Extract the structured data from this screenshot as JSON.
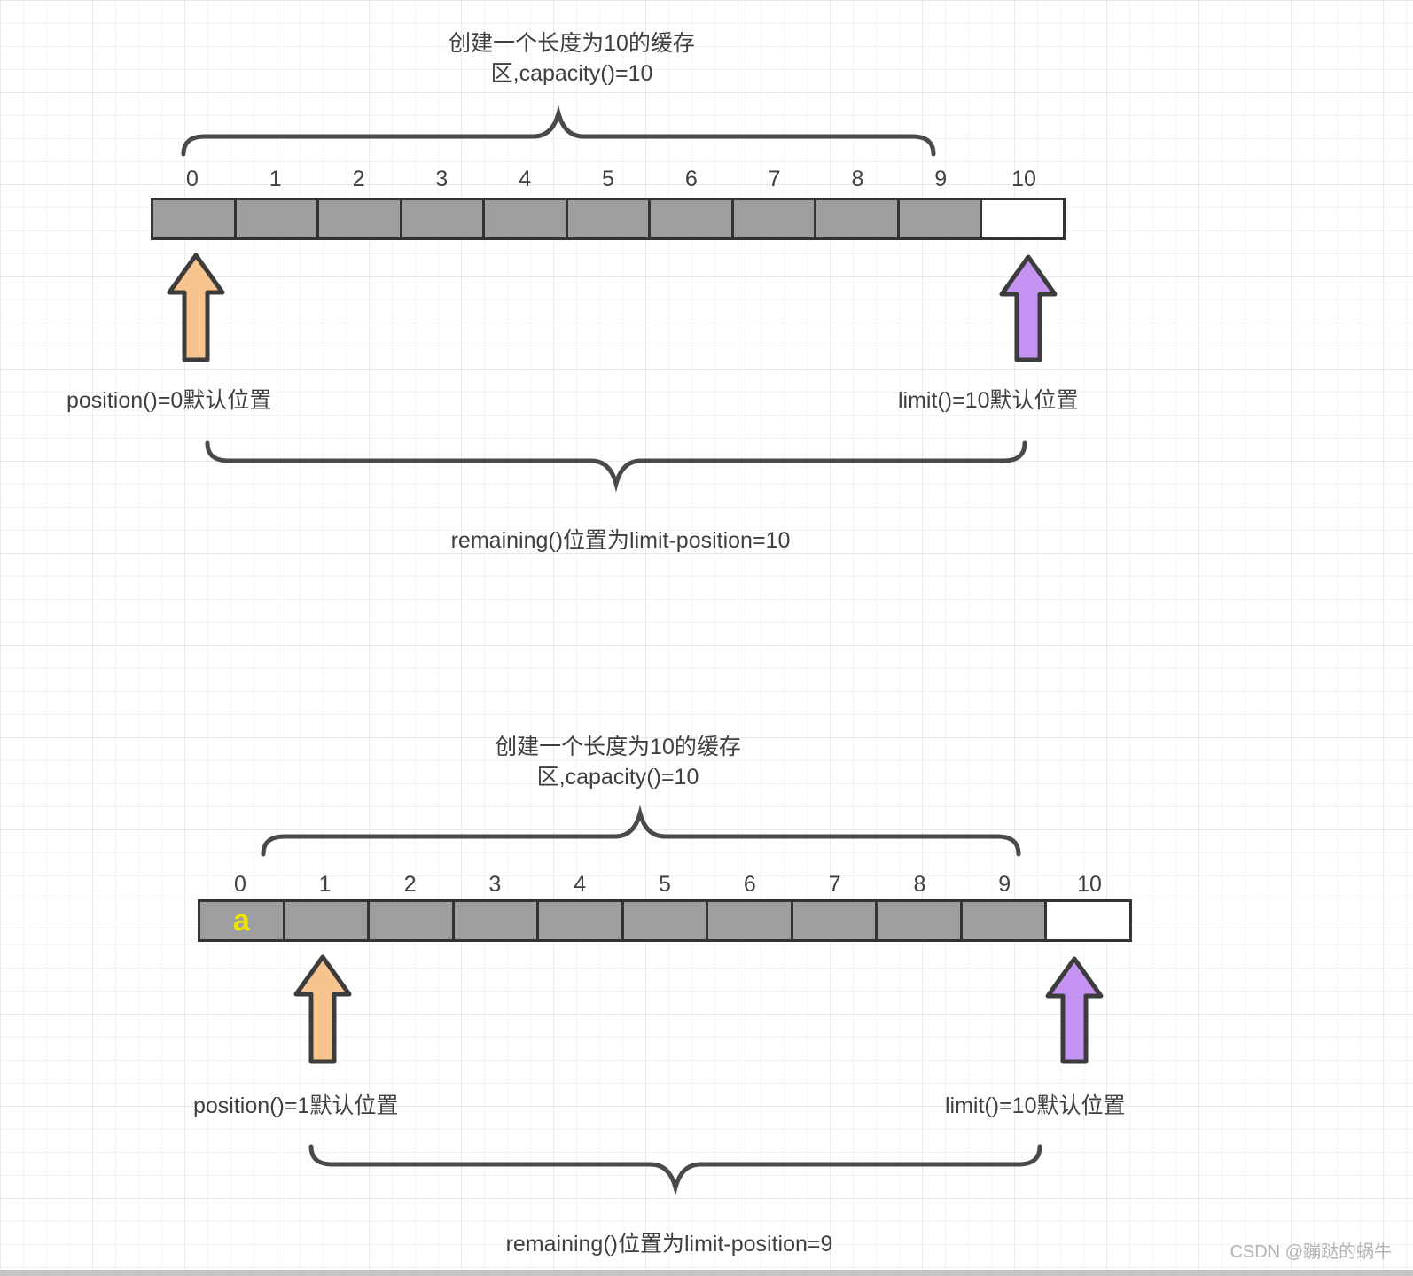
{
  "page": {
    "watermark": "CSDN @蹦跶的蜗牛"
  },
  "colors": {
    "cell_fill": "#9e9e9e",
    "cell_border": "#333333",
    "empty_cell_fill": "#ffffff",
    "position_arrow": "#f8c48e",
    "limit_arrow": "#c493f2",
    "value_text": "#ede400",
    "text": "#3f3f3f",
    "watermark_text": "#b3b3b3"
  },
  "diagram1": {
    "title_line1": "创建一个长度为10的缓存",
    "title_line2": "区,capacity()=10",
    "indices": [
      "0",
      "1",
      "2",
      "3",
      "4",
      "5",
      "6",
      "7",
      "8",
      "9",
      "10"
    ],
    "cells": [
      "",
      "",
      "",
      "",
      "",
      "",
      "",
      "",
      "",
      "",
      ""
    ],
    "position_label": "position()=0默认位置",
    "limit_label": "limit()=10默认位置",
    "remaining_label": "remaining()位置为limit-position=10"
  },
  "diagram2": {
    "title_line1": "创建一个长度为10的缓存",
    "title_line2": "区,capacity()=10",
    "indices": [
      "0",
      "1",
      "2",
      "3",
      "4",
      "5",
      "6",
      "7",
      "8",
      "9",
      "10"
    ],
    "cells": [
      "a",
      "",
      "",
      "",
      "",
      "",
      "",
      "",
      "",
      "",
      ""
    ],
    "position_label": "position()=1默认位置",
    "limit_label": "limit()=10默认位置",
    "remaining_label": "remaining()位置为limit-position=9"
  }
}
